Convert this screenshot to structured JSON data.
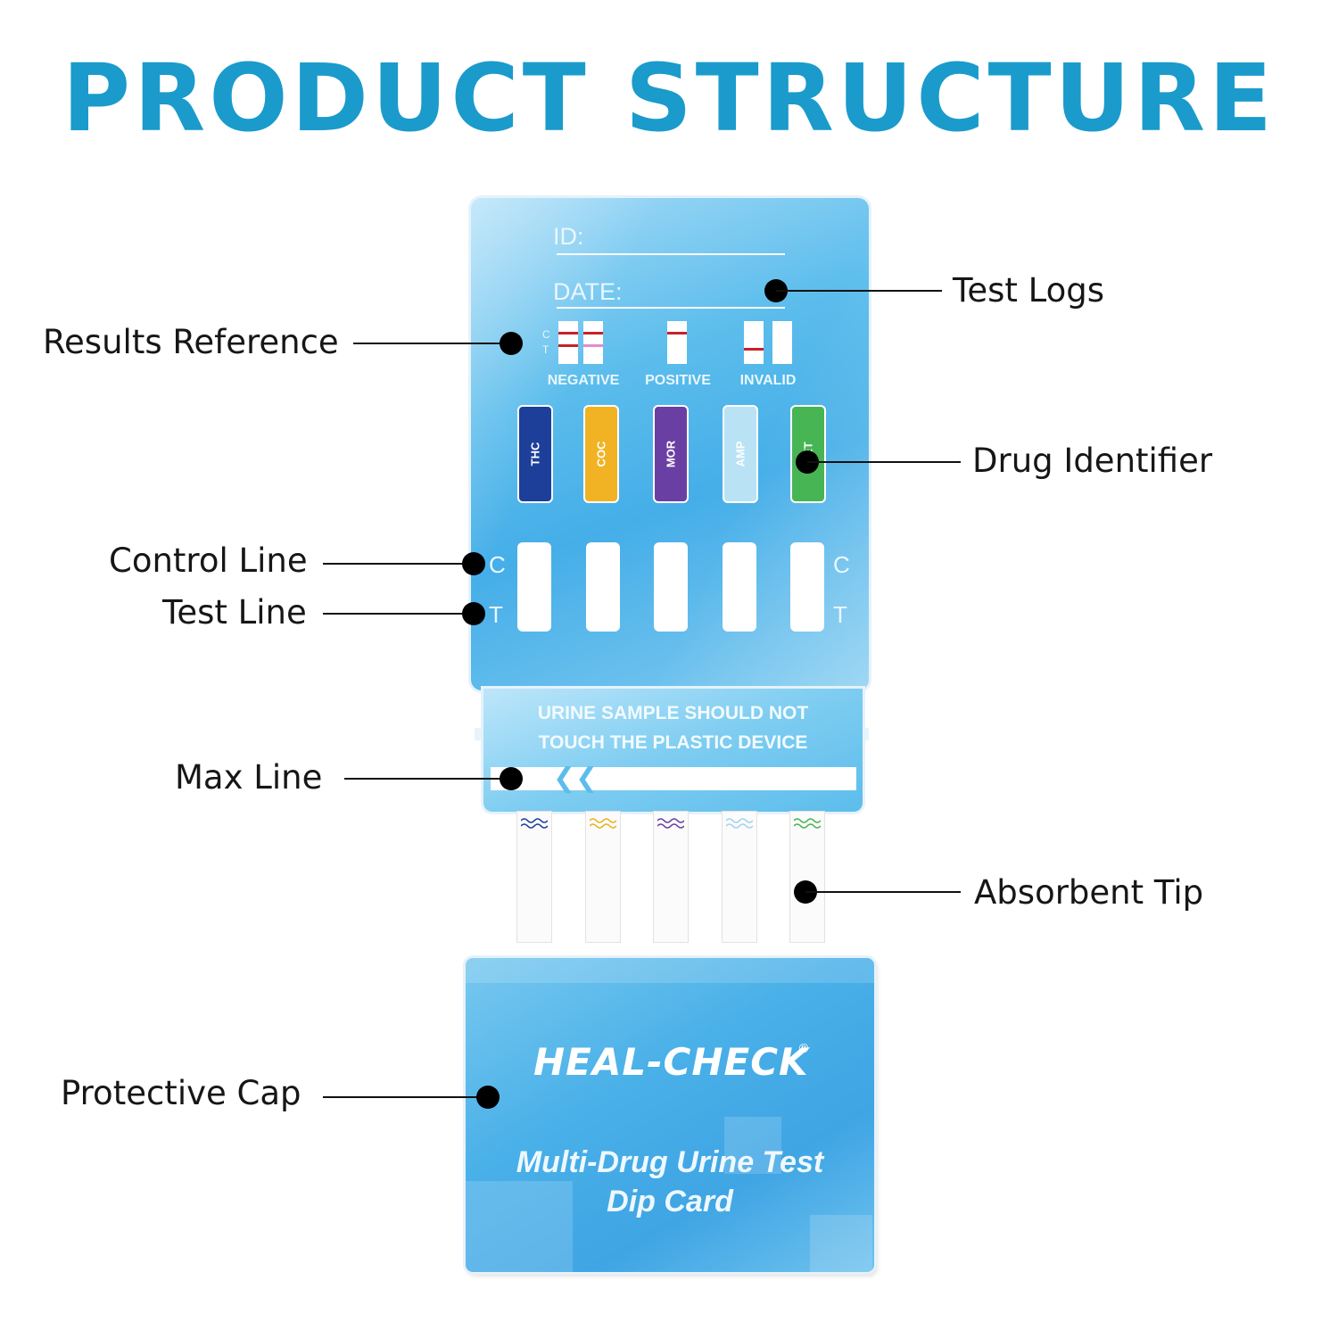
{
  "title": "PRODUCT STRUCTURE",
  "callouts": {
    "test_logs": "Test Logs",
    "results_reference": "Results Reference",
    "drug_identifier": "Drug Identifier",
    "control_line": "Control Line",
    "test_line": "Test Line",
    "max_line": "Max Line",
    "absorbent_tip": "Absorbent Tip",
    "protective_cap": "Protective Cap"
  },
  "device": {
    "id_label": "ID:",
    "date_label": "DATE:",
    "ref_c": "C",
    "ref_t": "T",
    "results": [
      "NEGATIVE",
      "POSITIVE",
      "INVALID"
    ],
    "drugs": [
      {
        "code": "THC",
        "color": "#1d3f9a"
      },
      {
        "code": "COC",
        "color": "#f1b324"
      },
      {
        "code": "MOR",
        "color": "#6a3fa3"
      },
      {
        "code": "AMP",
        "color": "#b9e3f5"
      },
      {
        "code": "MET",
        "color": "#47b553"
      }
    ],
    "c_letter": "C",
    "t_letter": "T",
    "warning_line1": "URINE SAMPLE SHOULD NOT",
    "warning_line2": "TOUCH THE PLASTIC DEVICE"
  },
  "cap": {
    "brand": "HEAL-CHECK",
    "registered": "®",
    "line1": "Multi-Drug Urine Test",
    "line2": "Dip Card"
  },
  "colors": {
    "title": "#1a9bcb",
    "device_blue": "#45aee8",
    "line_red": "#c8202a",
    "line_pink": "#e58ad0"
  }
}
